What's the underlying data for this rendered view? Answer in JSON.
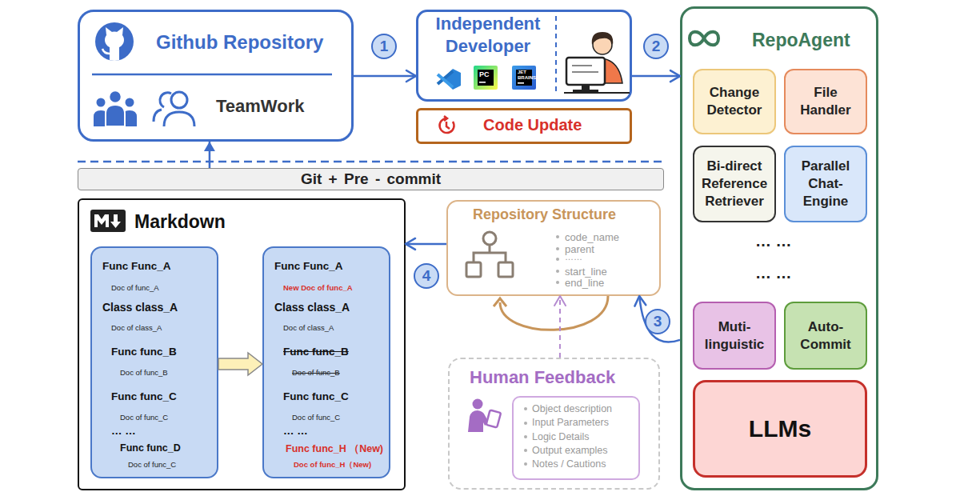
{
  "diagram": {
    "nodes": [
      {
        "text": [
          "Github Repository",
          "TeamWork"
        ]
      },
      {
        "text": [
          "Independent Developer"
        ]
      },
      {
        "text": [
          "Code Update"
        ]
      },
      {
        "text": [
          "RepoAgent"
        ]
      },
      {
        "text": [
          "Change Detector"
        ],
        "in": 3
      },
      {
        "text": [
          "File Handler"
        ],
        "in": 3
      },
      {
        "text": [
          "Bi-direct Reference Retriever"
        ],
        "in": 3
      },
      {
        "text": [
          "Parallel Chat-Engine"
        ],
        "in": 3
      },
      {
        "text": [
          "Muti-linguistic"
        ],
        "in": 3
      },
      {
        "text": [
          "Auto-Commit"
        ],
        "in": 3
      },
      {
        "text": [
          "LLMs"
        ],
        "in": 3
      },
      {
        "text": [
          "Git + Pre - commit"
        ]
      },
      {
        "text": [
          "Markdown"
        ]
      },
      {
        "text": [
          "Func Func_A",
          "Doc of func_A",
          "Class class_A",
          "Doc of class_A",
          "Func func_B",
          "Doc of func_B",
          "Func func_C",
          "Doc of func_C",
          "… …",
          "Func func_D",
          "Doc of func_C"
        ],
        "in": 12
      },
      {
        "text": [
          "Func Func_A",
          "New Doc of func_A",
          "Class class_A",
          "Doc of class_A",
          "Func func_B",
          "Doc of func_B",
          "Func func_C",
          "Doc of func_C",
          "… …",
          "Func func_H （New)",
          "Doc of func_H（New)"
        ],
        "in": 12
      },
      {
        "text": [
          "Repository Structure",
          "code_name",
          "parent",
          "……",
          "start_line",
          "end_line"
        ]
      },
      {
        "text": [
          "Human Feedback"
        ]
      },
      {
        "text": [
          "Object description",
          "Input Parameters",
          "Logic Details",
          "Output examples",
          "Notes / Cautions"
        ],
        "in": 16
      }
    ],
    "edges": [
      {
        "from": 0,
        "to": 1,
        "label": "1",
        "arrow": "to"
      },
      {
        "from": 1,
        "to": 3,
        "label": "2",
        "arrow": "to"
      },
      {
        "from": 3,
        "to": 15,
        "label": "3",
        "arrow": "to"
      },
      {
        "from": 15,
        "to": 12,
        "label": "4",
        "arrow": "to"
      },
      {
        "from": 13,
        "to": 14,
        "arrow": "to"
      },
      {
        "from": 11,
        "to": 0,
        "arrow": "to"
      },
      {
        "from": 16,
        "to": 15,
        "arrow": "to"
      }
    ],
    "labels": [
      "PC",
      "JET BRAINS",
      "… …",
      "… …"
    ]
  }
}
